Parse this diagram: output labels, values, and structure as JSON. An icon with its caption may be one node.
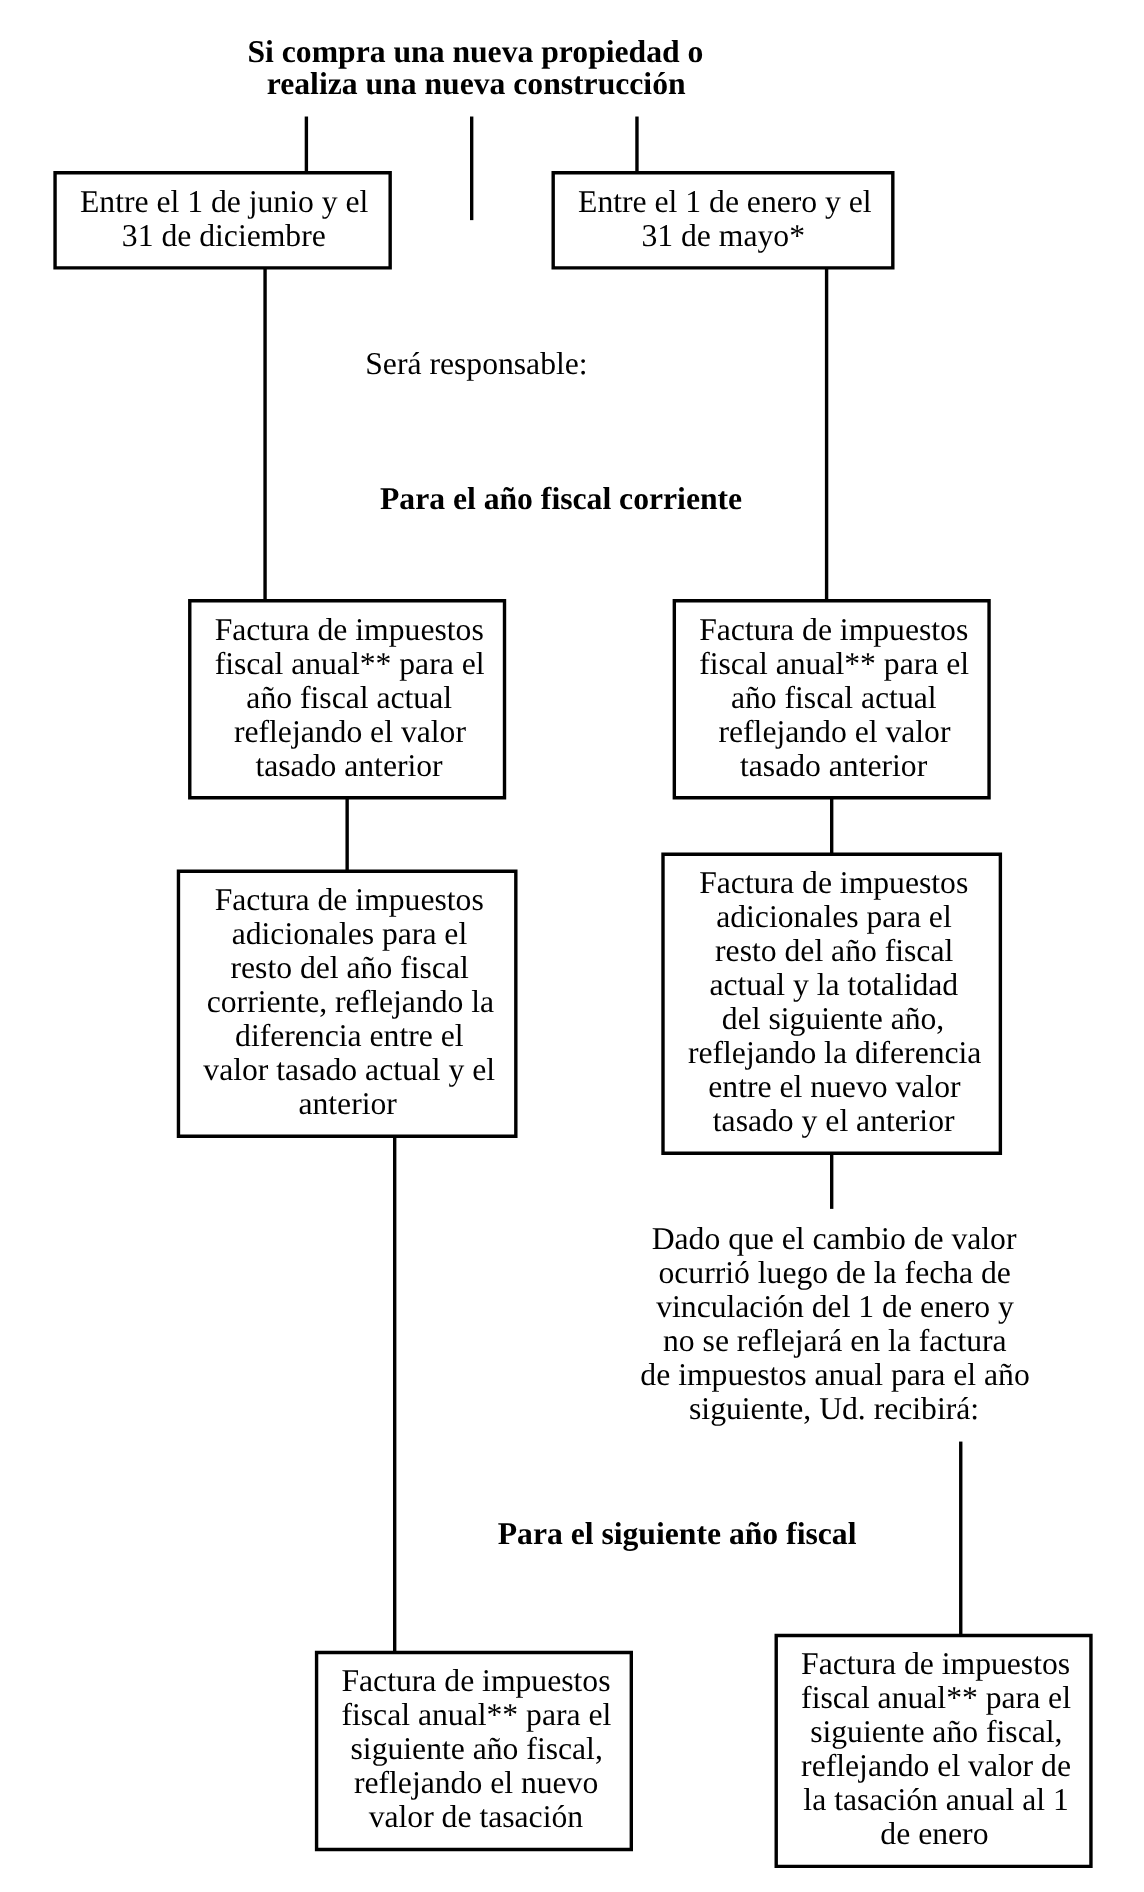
{
  "diagram": {
    "nodes": [
      {
        "text": [
          "Si compra una nueva propiedad o realiza una nueva construcción"
        ]
      },
      {
        "text": [
          "Entre el 1 de junio y el 31 de diciembre"
        ]
      },
      {
        "text": [
          "Entre el 1 de enero y el 31 de mayo*"
        ]
      },
      {
        "text": [
          "Factura de impuestos fiscal anual** para el año fiscal actual reflejando el valor tasado anterior"
        ]
      },
      {
        "text": [
          "Factura de impuestos fiscal anual** para el año fiscal actual reflejando el valor tasado anterior"
        ]
      },
      {
        "text": [
          "Factura de impuestos adicionales para el resto del año fiscal corriente, reflejando la diferencia entre el valor tasado actual y el anterior"
        ]
      },
      {
        "text": [
          "Factura de impuestos adicionales para el resto del año fiscal actual y la totalidad del siguiente año, reflejando la diferencia entre el nuevo valor tasado y el anterior"
        ]
      },
      {
        "text": [
          "Dado que el cambio de valor ocurrió luego de la fecha de vinculación del 1 de enero y no se reflejará en la factura de impuestos anual para el año siguiente, Ud. recibirá:"
        ]
      },
      {
        "text": [
          "Factura de impuestos fiscal anual** para el siguiente año fiscal, reflejando el nuevo valor de tasación"
        ]
      },
      {
        "text": [
          "Factura de impuestos fiscal anual** para el siguiente año fiscal, reflejando el valor de la tasación anual al 1 de enero"
        ]
      }
    ],
    "edges": [
      {
        "from": 0,
        "to": 1,
        "arrow": "none"
      },
      {
        "from": 0,
        "to": 2,
        "arrow": "none"
      },
      {
        "from": 0,
        "to": null,
        "arrow": "none"
      },
      {
        "from": 1,
        "to": 3,
        "arrow": "none"
      },
      {
        "from": 2,
        "to": 4,
        "arrow": "none"
      },
      {
        "from": 3,
        "to": 5,
        "arrow": "none"
      },
      {
        "from": 4,
        "to": 6,
        "arrow": "none"
      },
      {
        "from": 5,
        "to": 8,
        "arrow": "none"
      },
      {
        "from": 6,
        "to": 7,
        "arrow": "none"
      },
      {
        "from": 7,
        "to": 9,
        "arrow": "none"
      }
    ],
    "labels": [
      "Será responsable:",
      "Para el año fiscal corriente",
      "Para el siguiente año fiscal"
    ]
  }
}
